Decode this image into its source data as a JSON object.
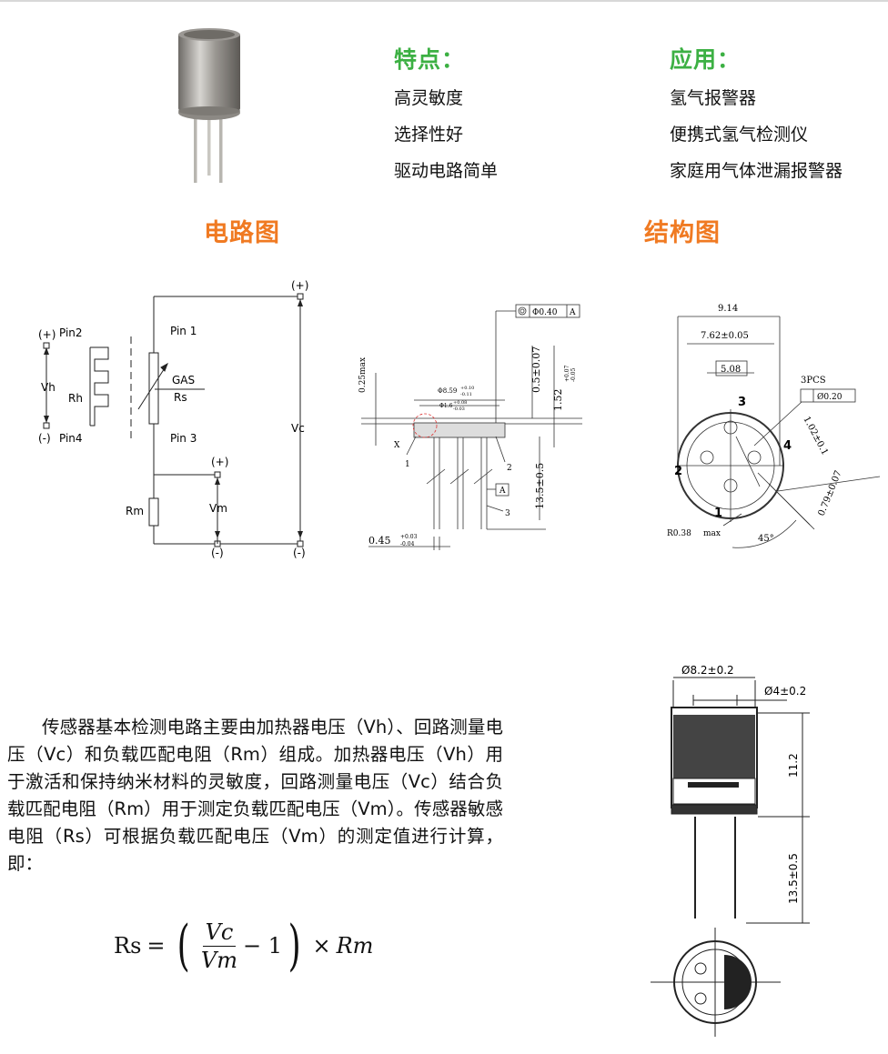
{
  "features": {
    "title": "特点：",
    "items": [
      "高灵敏度",
      "选择性好",
      "驱动电路简单"
    ]
  },
  "applications": {
    "title": "应用：",
    "items": [
      "氢气报警器",
      "便携式氢气检测仪",
      "家庭用气体泄漏报警器"
    ]
  },
  "sections": {
    "circuit_title": "电路图",
    "structure_title": "结构图"
  },
  "circuit": {
    "pin2": "Pin2",
    "pin4": "Pin4",
    "pin1": "Pin 1",
    "pin3": "Pin 3",
    "plus": "(+)",
    "minus": "(-)",
    "vh": "Vh",
    "rh": "Rh",
    "gas": "GAS",
    "rs": "Rs",
    "vc": "Vc",
    "rm": "Rm",
    "vm": "Vm"
  },
  "drawing1": {
    "h025": "0.25max",
    "tol": "Φ0.40",
    "datum": "A",
    "d1": "0.5±0.07",
    "d2": "1.52",
    "d2_tol_up": "+0.07",
    "d2_tol_dn": "-0.05",
    "phi86": "Φ8.59",
    "phi86_up": "+0.10",
    "phi86_dn": "-0.11",
    "phi16": "Φ1.6",
    "phi16_up": "+0.08",
    "phi16_dn": "-0.03",
    "len": "13.5±0.5",
    "x": "X",
    "n1": "1",
    "n2": "2",
    "n3": "3",
    "pin_d": "0.45",
    "pin_d_up": "+0.03",
    "pin_d_dn": "-0.04"
  },
  "drawing2": {
    "d914": "9.14",
    "d762": "7.62±0.05",
    "d508": "5.08",
    "pcs": "3PCS",
    "pos": "Ø0.20",
    "d102": "1.02±0.1",
    "d079": "0.79±0.07",
    "r038": "R0.38",
    "max": "max",
    "deg": "45°",
    "p1": "1",
    "p2": "2",
    "p3": "3",
    "p4": "4"
  },
  "drawing3": {
    "d82": "Ø8.2±0.2",
    "d4": "Ø4±0.2",
    "h112": "11.2",
    "h135": "13.5±0.5"
  },
  "description": "传感器基本检测电路主要由加热器电压（Vh）、回路测量电压（Vc）和负载匹配电阻（Rm）组成。加热器电压（Vh）用于激活和保持纳米材料的灵敏度，回路测量电压（Vc）结合负载匹配电阻（Rm）用于测定负载匹配电压（Vm）。传感器敏感电阻（Rs）可根据负载匹配电压（Vm）的测定值进行计算，即：",
  "formula": {
    "lhs": "Rs",
    "eq": "=",
    "num": "Vc",
    "den": "Vm",
    "minus_one": "− 1",
    "times": "×",
    "rm": "Rm"
  },
  "colors": {
    "feature_title": "#3cb043",
    "section_title": "#f07a22"
  }
}
